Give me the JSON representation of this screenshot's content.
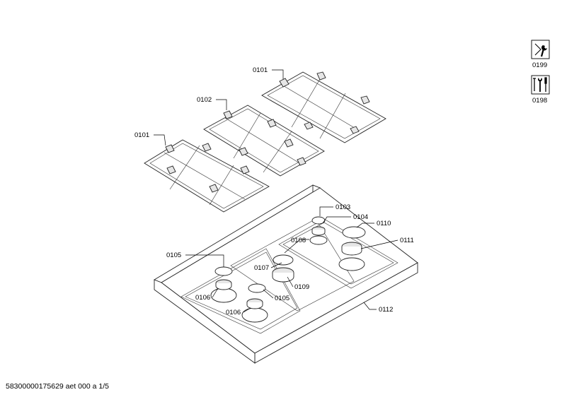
{
  "drawing": {
    "footer_text": "58300000175629 aet 000 a 1/5",
    "callouts": {
      "c0101a": "0101",
      "c0102": "0102",
      "c0101b": "0101",
      "c0103": "0103",
      "c0104": "0104",
      "c0110": "0110",
      "c0108": "0108",
      "c0111": "0111",
      "c0105a": "0105",
      "c0107": "0107",
      "c0109": "0109",
      "c0106a": "0106",
      "c0105b": "0105",
      "c0106b": "0106",
      "c0112": "0112"
    },
    "side_icons": [
      {
        "label": "0199",
        "icon": "repair-wrench-icon"
      },
      {
        "label": "0198",
        "icon": "tools-set-icon"
      }
    ]
  }
}
